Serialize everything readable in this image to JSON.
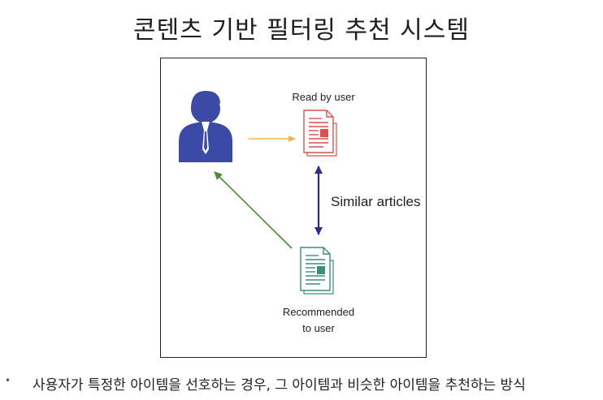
{
  "title": "콘텐츠 기반 필터링 추천 시스템",
  "diagram": {
    "read_label": "Read by user",
    "similar_label": "Similar articles",
    "recommended_label_line1": "Recommended",
    "recommended_label_line2": "to user",
    "colors": {
      "user": "#3a4aa5",
      "read_doc": "#d9534a",
      "recommended_doc": "#3a8f7a",
      "arrow_to_read": "#f0b64a",
      "arrow_similar": "#2d2b8f",
      "arrow_recommend": "#4f8a3c"
    },
    "icons": [
      "user-icon",
      "read-document-icon",
      "recommended-document-icon"
    ]
  },
  "bullet": {
    "marker": "•",
    "text": "사용자가 특정한 아이템을 선호하는 경우, 그 아이템과 비슷한 아이템을 추천하는 방식"
  }
}
